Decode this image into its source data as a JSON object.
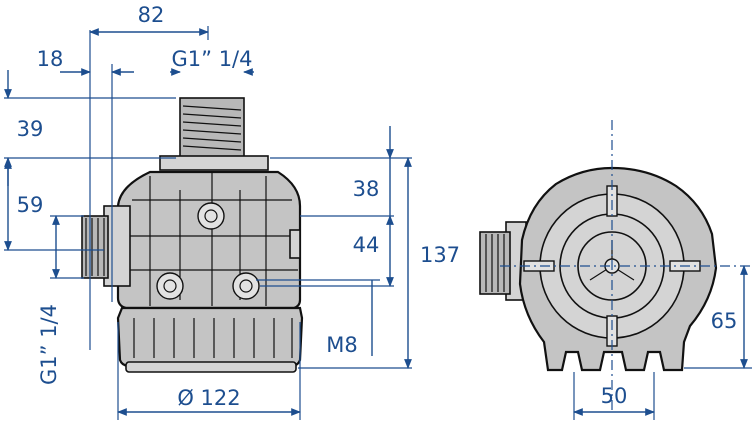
{
  "colors": {
    "dimension": "#1d4e8f",
    "body_fill": "#c4c4c4",
    "outline": "#111111"
  },
  "side_view": {
    "dims": {
      "width_82": "82",
      "offset_18": "18",
      "thread_top": "G1” 1/4",
      "height_39": "39",
      "height_59": "59",
      "height_38": "38",
      "height_44": "44",
      "height_137": "137",
      "bolt": "M8",
      "thread_side": "G1” 1/4",
      "diameter": "Ø 122"
    }
  },
  "front_view": {
    "dims": {
      "height_65": "65",
      "width_50": "50"
    }
  }
}
